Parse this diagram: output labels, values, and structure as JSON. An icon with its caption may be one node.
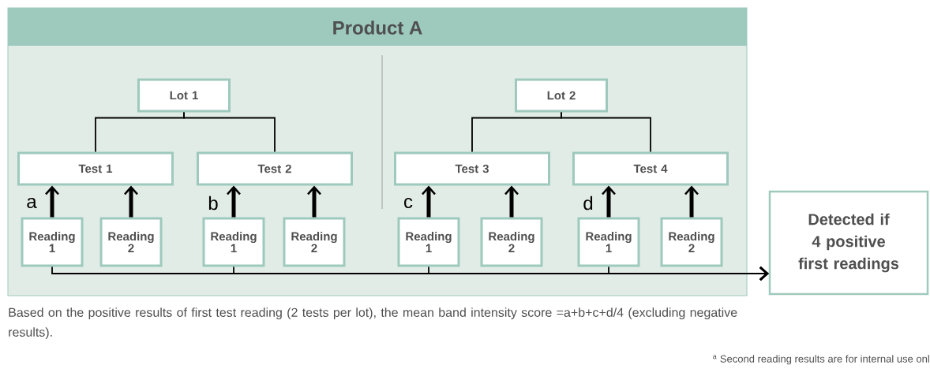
{
  "diagram": {
    "caption": "Based on the positive results of first test reading (2 tests per lot), the mean band intensity score =a+b+c+d/4 (excluding negative results).",
    "nodes": [
      {
        "text": [
          "Product A"
        ]
      },
      {
        "text": [
          "Lot 1"
        ],
        "in": 0
      },
      {
        "text": [
          "Lot 2"
        ],
        "in": 0
      },
      {
        "text": [
          "Test 1"
        ],
        "in": 0
      },
      {
        "text": [
          "Test 2"
        ],
        "in": 0
      },
      {
        "text": [
          "Test 3"
        ],
        "in": 0
      },
      {
        "text": [
          "Test 4"
        ],
        "in": 0
      },
      {
        "text": [
          "Reading 1"
        ],
        "in": 0
      },
      {
        "text": [
          "Reading 2"
        ],
        "in": 0
      },
      {
        "text": [
          "Reading 1"
        ],
        "in": 0
      },
      {
        "text": [
          "Reading 2"
        ],
        "in": 0
      },
      {
        "text": [
          "Reading 1"
        ],
        "in": 0
      },
      {
        "text": [
          "Reading 2"
        ],
        "in": 0
      },
      {
        "text": [
          "Reading 1"
        ],
        "in": 0
      },
      {
        "text": [
          "Reading 2"
        ],
        "in": 0
      },
      {
        "text": [
          "Detected if 4 positive first readings"
        ]
      }
    ],
    "edges": [
      {
        "from": 1,
        "to": 3,
        "arrow": "none"
      },
      {
        "from": 1,
        "to": 4,
        "arrow": "none"
      },
      {
        "from": 2,
        "to": 5,
        "arrow": "none"
      },
      {
        "from": 2,
        "to": 6,
        "arrow": "none"
      },
      {
        "from": 7,
        "to": 3,
        "arrow": "to",
        "label": "a",
        "style": "thick"
      },
      {
        "from": 8,
        "to": 3,
        "arrow": "to",
        "style": "thick"
      },
      {
        "from": 9,
        "to": 4,
        "arrow": "to",
        "label": "b",
        "style": "thick"
      },
      {
        "from": 10,
        "to": 4,
        "arrow": "to",
        "style": "thick"
      },
      {
        "from": 11,
        "to": 5,
        "arrow": "to",
        "label": "c",
        "style": "thick"
      },
      {
        "from": 12,
        "to": 5,
        "arrow": "to",
        "style": "thick"
      },
      {
        "from": 13,
        "to": 6,
        "arrow": "to",
        "label": "d",
        "style": "thick"
      },
      {
        "from": 14,
        "to": 6,
        "arrow": "to",
        "style": "thick"
      },
      {
        "from": 7,
        "to": 15,
        "arrow": "to"
      },
      {
        "from": 9,
        "to": 15,
        "arrow": "to"
      },
      {
        "from": 11,
        "to": 15,
        "arrow": "to"
      },
      {
        "from": 13,
        "to": 15,
        "arrow": "to"
      }
    ],
    "labels": [
      "$^{a}$ Second reading results are for internal use onl"
    ]
  }
}
